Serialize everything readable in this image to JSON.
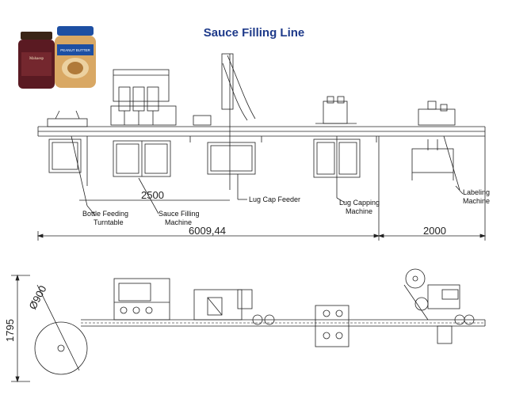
{
  "title": "Sauce Filling Line",
  "jars": {
    "left_label": "Mahaesp",
    "right_label": "PEANUT BUTTER"
  },
  "labels": {
    "bottle_feeding": [
      "Bottle Feeding",
      "Turntable"
    ],
    "sauce_filling": [
      "Sauce Filling",
      "Machine"
    ],
    "lug_cap_feeder": "Lug Cap Feeder",
    "lug_capping": [
      "Lug Capping",
      "Machine"
    ],
    "labeling": [
      "Labeling",
      "Machine"
    ]
  },
  "dimensions": {
    "filling_width": "2500",
    "line_length": "6009,44",
    "labeling_length": "2000",
    "total_height": "1795",
    "turntable_diameter": "Ø900"
  },
  "colors": {
    "title": "#1e3a8a",
    "jar_dark": "#5a1a22",
    "jar_lid": "#3a2416",
    "pb_lid": "#1d4fa3",
    "pb_body": "#d9a864"
  }
}
